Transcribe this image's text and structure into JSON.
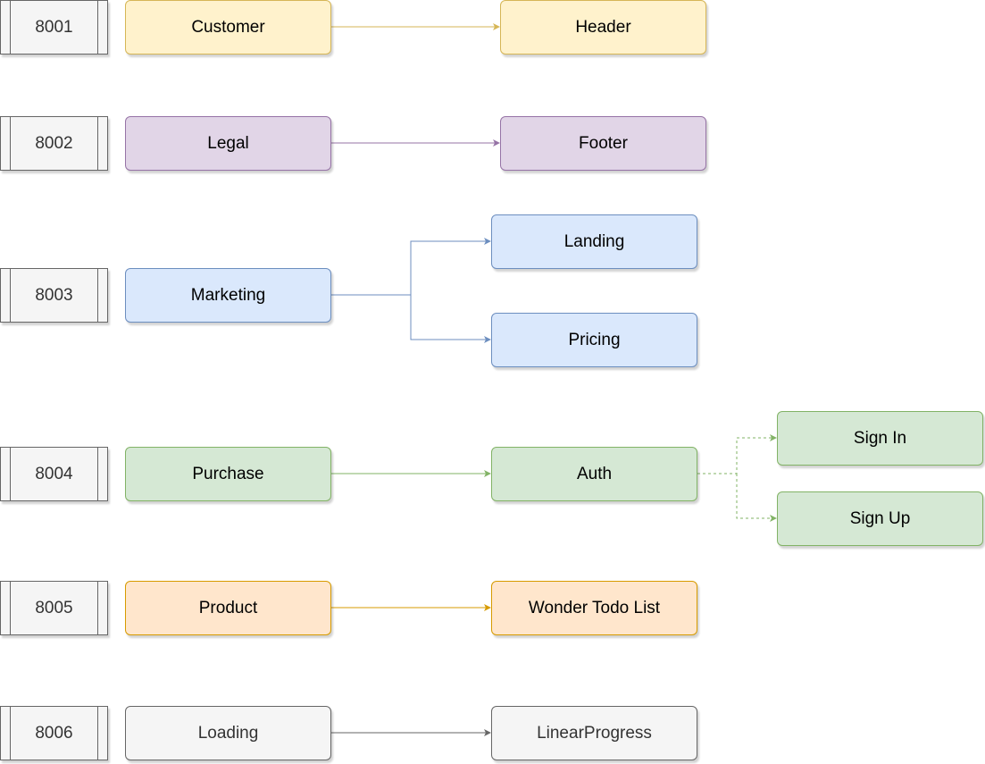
{
  "ports": [
    "8001",
    "8002",
    "8003",
    "8004",
    "8005",
    "8006"
  ],
  "apps": {
    "customer": "Customer",
    "legal": "Legal",
    "marketing": "Marketing",
    "purchase": "Purchase",
    "product": "Product",
    "loading": "Loading"
  },
  "components": {
    "header": "Header",
    "footer": "Footer",
    "landing": "Landing",
    "pricing": "Pricing",
    "auth": "Auth",
    "sign_in": "Sign In",
    "sign_up": "Sign Up",
    "wonder_todo_list": "Wonder Todo List",
    "linear_progress": "LinearProgress"
  },
  "colors": {
    "yellow_fill": "#fff2cc",
    "yellow_stroke": "#d6b656",
    "purple_fill": "#e1d5e7",
    "purple_stroke": "#9673a6",
    "blue_fill": "#dae8fc",
    "blue_stroke": "#6c8ebf",
    "green_fill": "#d5e8d4",
    "green_stroke": "#82b366",
    "orange_fill": "#ffe6cc",
    "orange_stroke": "#d79b00",
    "gray_fill": "#f5f5f5",
    "gray_stroke": "#666666"
  }
}
